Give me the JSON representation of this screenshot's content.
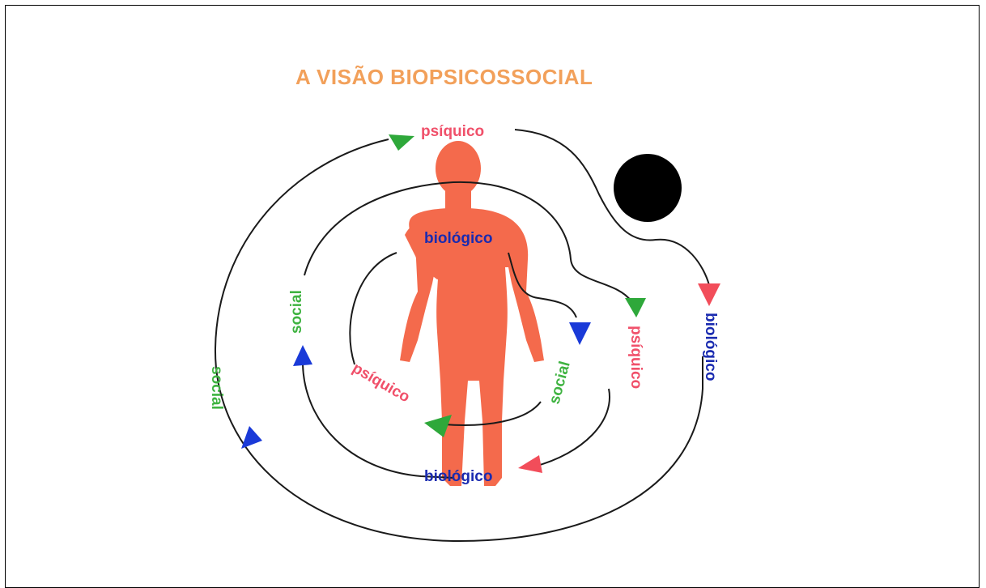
{
  "title": "A VISÃO BIOPSICOSSOCIAL",
  "colors": {
    "title": "#f2a05a",
    "body": "#f46a4c",
    "psiquico": "#f0506a",
    "biologico": "#1a2bb0",
    "social": "#3fb341",
    "arrow_blue": "#1a3ad8",
    "arrow_green": "#2ea83a",
    "arrow_red": "#f24d5a",
    "orb": "#000000"
  },
  "labels": {
    "psiquico_top": "psíquico",
    "biologico_center": "biológico",
    "social_left_inner": "social",
    "social_left_outer": "social",
    "psiquico_inner": "psíquico",
    "social_inner_right": "social",
    "psiquico_right": "psíquico",
    "biologico_right": "biológico",
    "biologico_bottom": "biológico"
  }
}
